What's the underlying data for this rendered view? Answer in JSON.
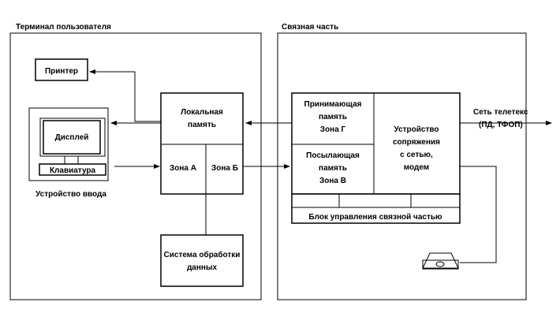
{
  "panels": {
    "user_terminal": "Терминал пользователя",
    "comm_part": "Связная часть"
  },
  "user_terminal": {
    "printer": "Принтер",
    "display": "Дисплей",
    "keyboard": "Клавиатура",
    "input_device": "Устройство ввода",
    "local_memory": [
      "Локальная",
      "память"
    ],
    "zone_a": "Зона А",
    "zone_b": "Зона Б",
    "processing_system": [
      "Система обработки",
      "данных"
    ]
  },
  "comm_part": {
    "receiving_memory": [
      "Принимающая",
      "память",
      "Зона Г"
    ],
    "sending_memory": [
      "Посылающая",
      "память",
      "Зона В"
    ],
    "interface_device": [
      "Устройство",
      "сопряжения",
      "с сетью,",
      "модем"
    ],
    "control_block": "Блок управления связной частью"
  },
  "network": [
    "Сеть телетекс",
    "(ПД, ТФОП)"
  ]
}
